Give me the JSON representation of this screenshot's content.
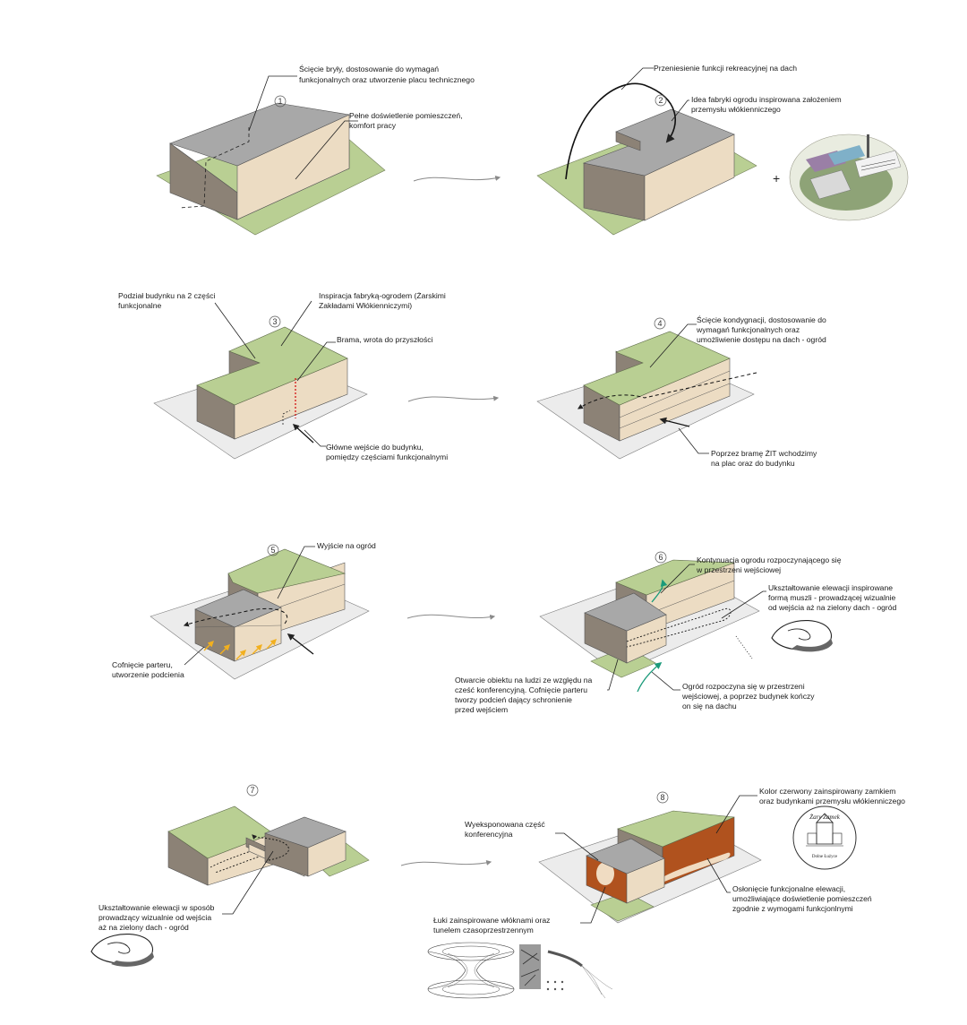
{
  "steps": [
    {
      "num": "1",
      "labels": [
        "Ścięcie bryły, dostosowanie do wymagań",
        "funkcjonalnych oraz utworzenie placu technicznego",
        "Pełne doświetlenie pomieszczeń,",
        "komfort pracy"
      ]
    },
    {
      "num": "2",
      "labels": [
        "Przeniesienie funkcji rekreacyjnej na dach",
        "Idea fabryki ogrodu inspirowana założeniem",
        "przemysłu włókienniczego"
      ],
      "plus": "+"
    },
    {
      "num": "3",
      "labels": [
        "Podział budynku na 2 części",
        "funkcjonalne",
        "Inspiracja fabryką-ogrodem (Żarskimi",
        "Zakładami Włókienniczymi)",
        "Brama, wrota do przyszłości",
        "Główne wejście do budynku,",
        "pomiędzy częściami funkcjonalnymi"
      ]
    },
    {
      "num": "4",
      "labels": [
        "Ścięcie kondygnacji, dostosowanie do",
        "wymagań funkcjonalnych oraz",
        "umożliwienie dostępu na dach - ogród",
        "Poprzez bramę ŻIT wchodzimy",
        "na plac oraz do budynku"
      ]
    },
    {
      "num": "5",
      "labels": [
        "Wyjście na ogród",
        "Cofnięcie parteru,",
        "utworzenie podcienia"
      ]
    },
    {
      "num": "6",
      "labels": [
        "Kontynuacja ogrodu rozpoczynającego się",
        "w przestrzeni wejściowej",
        "Ukształtowanie elewacji inspirowane",
        "formą muszli -  prowadzącej wizualnie",
        "od wejścia aż na zielony dach - ogród",
        "Otwarcie obiektu na ludzi ze względu na",
        "cześć konferencyjną. Cofnięcie parteru",
        "tworzy podcień dający schronienie",
        "przed wejściem",
        "Ogród rozpoczyna się w przestrzeni",
        "wejściowej, a poprzez budynek kończy",
        "on się na dachu"
      ]
    },
    {
      "num": "7",
      "labels": [
        "Ukształtowanie elewacji w sposób",
        "prowadzący wizualnie od wejścia",
        "aż na zielony dach - ogród"
      ]
    },
    {
      "num": "8",
      "labels": [
        "Kolor czerwony zainspirowany zamkiem",
        "oraz budynkami przemysłu włókienniczego",
        "Wyeksponowana część",
        "konferencyjna",
        "Osłonięcie funkcjonalne elewacji,",
        "umożliwiające doświetlenie pomieszczeń",
        "zgodnie z wymogami funkcjonlnymi",
        "Łuki zainspirowane włóknami oraz",
        "tunelem czasoprzestrzennym"
      ],
      "seal": [
        "Żary Zamek",
        "Dolne Łużyce"
      ]
    }
  ],
  "colors": {
    "grass": "#b9cf93",
    "roof_grey": "#a8a8a8",
    "facade_cream": "#ecdcc3",
    "facade_dark": "#8c8276",
    "facade_red": "#b0521e",
    "arrow_yellow": "#f2b01e",
    "arrow_teal": "#1a9a7a",
    "gate_red": "#d62020"
  },
  "icons": [
    "transition-arrow-icon",
    "shell-icon",
    "castle-seal-icon",
    "wormhole-sketch-icon",
    "fiber-sketch-icon"
  ]
}
